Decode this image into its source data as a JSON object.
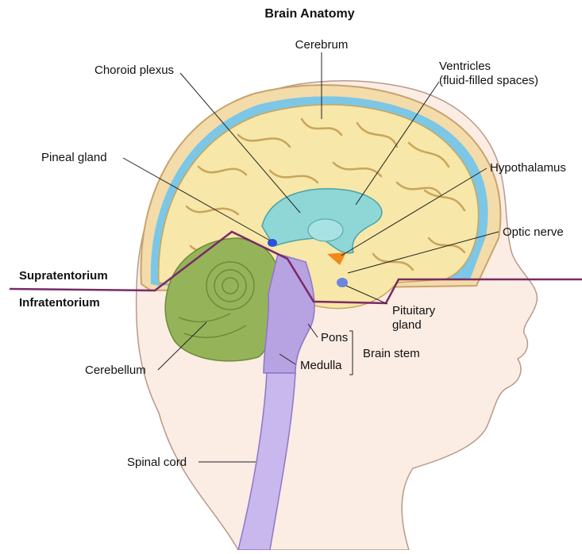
{
  "title": "Brain Anatomy",
  "labels": {
    "cerebrum": "Cerebrum",
    "choroid_plexus": "Choroid plexus",
    "ventricles": "Ventricles",
    "ventricles_note": "(fluid-filled spaces)",
    "pineal_gland": "Pineal gland",
    "hypothalamus": "Hypothalamus",
    "optic_nerve": "Optic nerve",
    "supratentorium": "Supratentorium",
    "infratentorium": "Infratentorium",
    "pituitary_line1": "Pituitary",
    "pituitary_line2": "gland",
    "pons": "Pons",
    "brain_stem": "Brain stem",
    "medulla": "Medulla",
    "cerebellum": "Cerebellum",
    "spinal_cord": "Spinal cord"
  },
  "colors": {
    "skin": "#fbece4",
    "skin_outline": "#b89a8a",
    "skull": "#f3dcaa",
    "skull_edge": "#c9a36a",
    "csf": "#7cc7e6",
    "cerebrum": "#f7e7a8",
    "sulci": "#c9a55c",
    "ventricle": "#8fd6d6",
    "cerebellum": "#95b45a",
    "brainstem": "#b7a2e2",
    "spinal_cord": "#c9b8ee",
    "pineal": "#2e4fd6",
    "hypothalamus": "#f08a1c",
    "pituitary": "#6a86e0",
    "tentorium_line": "#7a2a66"
  }
}
